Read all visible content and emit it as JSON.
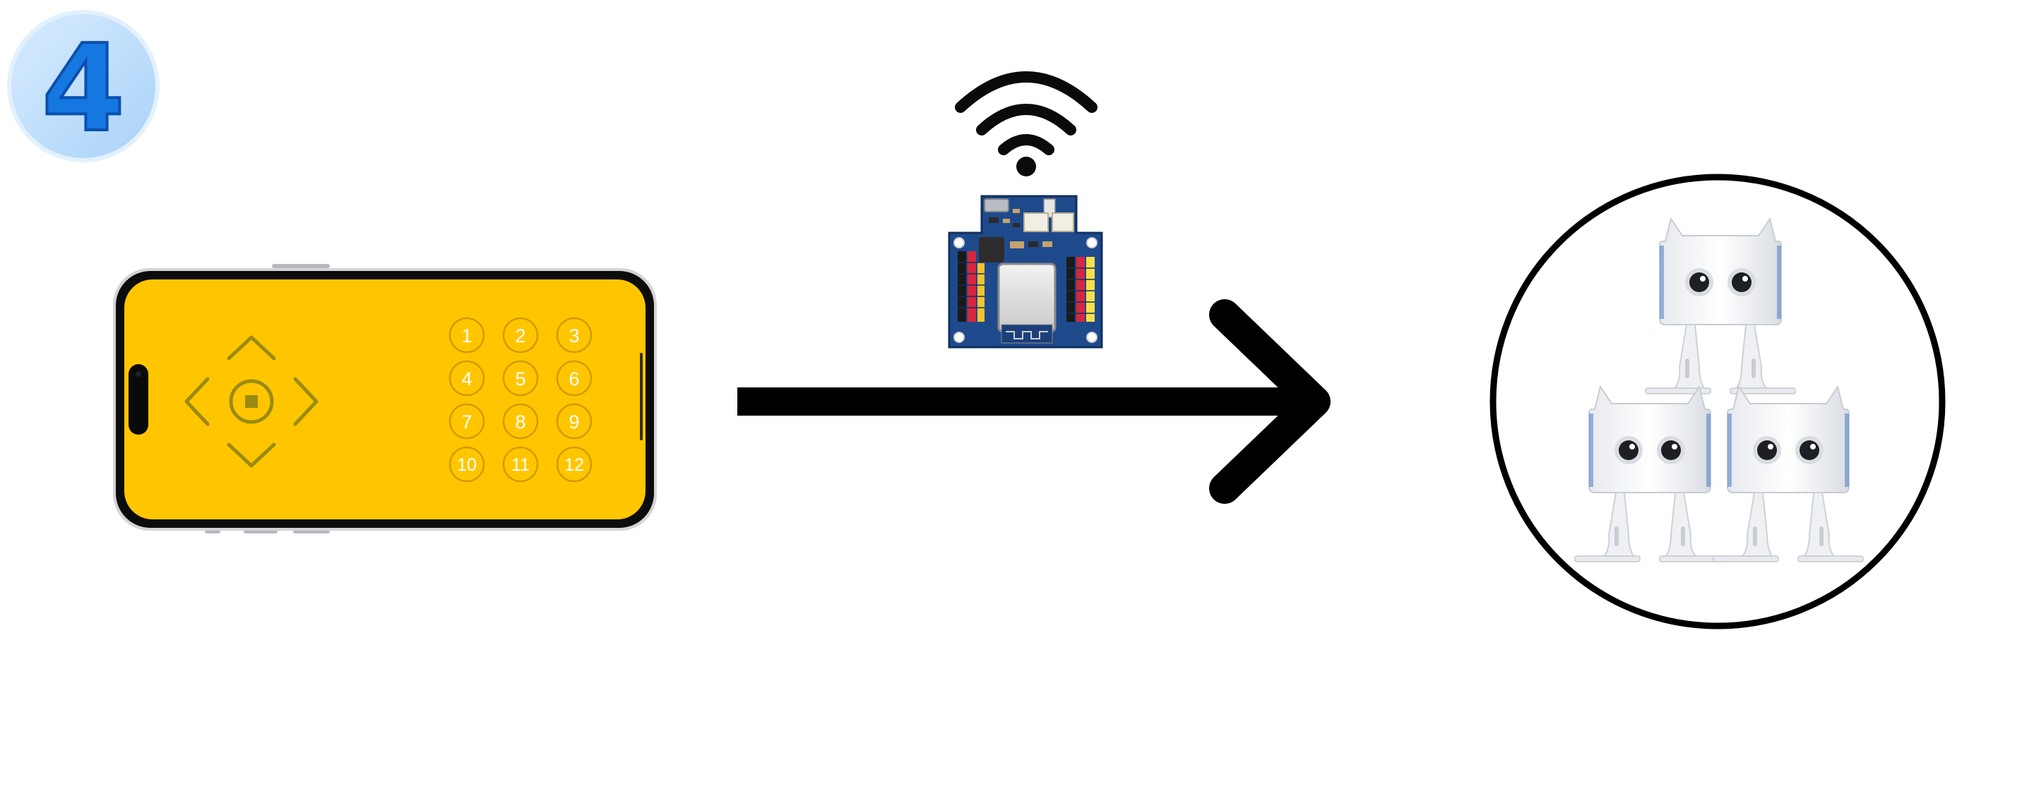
{
  "step_badge": {
    "number": "4",
    "color_bg": "#bfe0fb",
    "color_text": "#1577e0"
  },
  "phone": {
    "screen_color": "#ffc600",
    "dpad_color": "#9a8a14",
    "keypad": [
      "1",
      "2",
      "3",
      "4",
      "5",
      "6",
      "7",
      "8",
      "9",
      "10",
      "11",
      "12"
    ]
  },
  "controller_board": {
    "board_color": "#1e4a8c",
    "wifi_icon": "wifi-icon"
  },
  "robots": {
    "count": 3,
    "icon": "robot-icon"
  },
  "arrow": {
    "icon": "right-arrow-icon"
  }
}
